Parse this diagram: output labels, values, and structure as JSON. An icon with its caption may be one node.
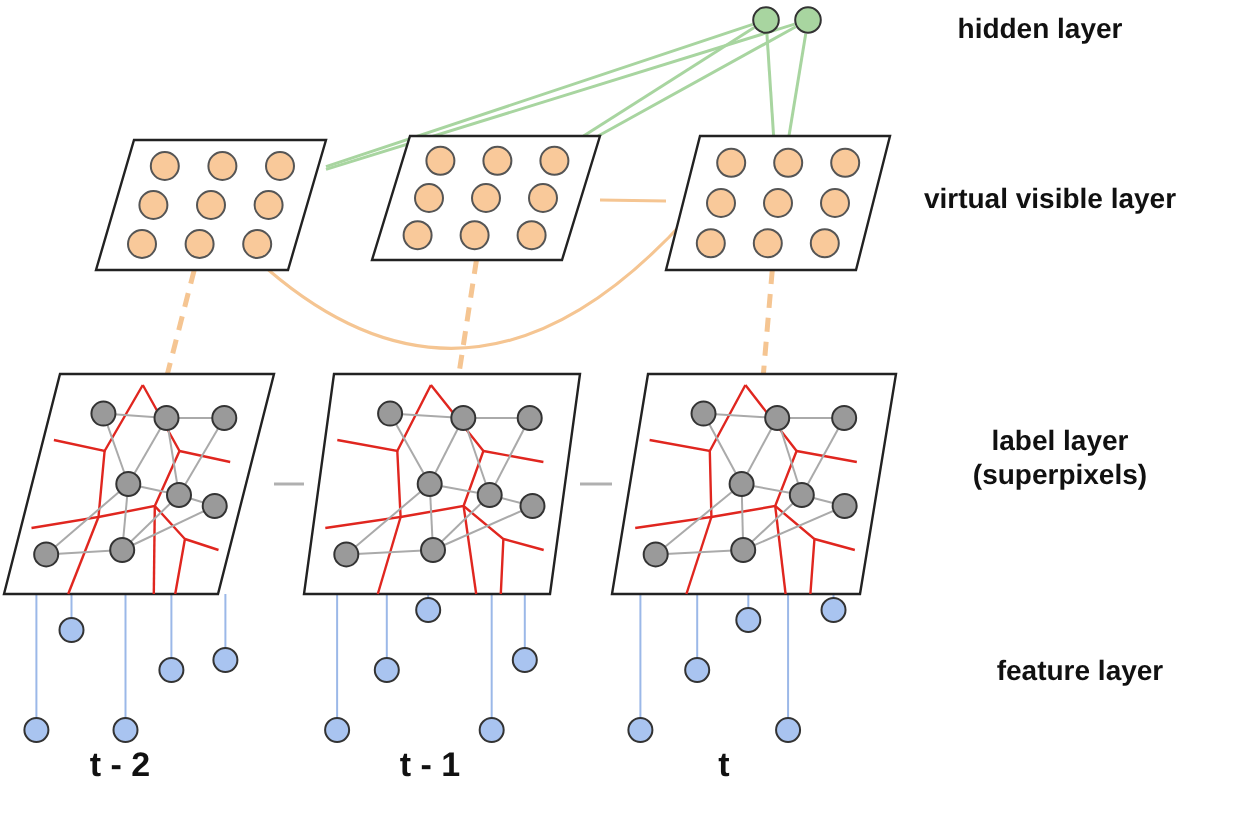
{
  "diagram": {
    "nodes": [
      {
        "text": [],
        "shape": "circle"
      },
      {
        "text": [],
        "shape": "circle"
      },
      {
        "text": [],
        "shape": "box"
      },
      {
        "text": [],
        "shape": "box"
      },
      {
        "text": [],
        "shape": "box"
      },
      {
        "text": [],
        "shape": "box"
      },
      {
        "text": [],
        "shape": "box"
      },
      {
        "text": [],
        "shape": "box"
      }
    ],
    "edges": [
      {
        "from": 0,
        "to": 2,
        "arrow": "none",
        "color": "#a8d5a0"
      },
      {
        "from": 0,
        "to": 3,
        "arrow": "none",
        "color": "#a8d5a0"
      },
      {
        "from": 0,
        "to": 4,
        "arrow": "none",
        "color": "#a8d5a0"
      },
      {
        "from": 1,
        "to": 2,
        "arrow": "none",
        "color": "#a8d5a0"
      },
      {
        "from": 1,
        "to": 3,
        "arrow": "none",
        "color": "#a8d5a0"
      },
      {
        "from": 1,
        "to": 4,
        "arrow": "none",
        "color": "#a8d5a0"
      },
      {
        "from": 2,
        "to": 4,
        "arrow": "none",
        "color": "#f5c592"
      },
      {
        "from": 3,
        "to": 4,
        "arrow": "none",
        "color": "#f5c592"
      },
      {
        "from": 2,
        "to": 5,
        "arrow": "none",
        "style": "dashed",
        "color": "#f5c592"
      },
      {
        "from": 3,
        "to": 6,
        "arrow": "none",
        "style": "dashed",
        "color": "#f5c592"
      },
      {
        "from": 4,
        "to": 7,
        "arrow": "none",
        "style": "dashed",
        "color": "#f5c592"
      },
      {
        "from": 5,
        "to": 6,
        "arrow": "none",
        "color": "#b0b0b0"
      },
      {
        "from": 6,
        "to": 7,
        "arrow": "none",
        "color": "#b0b0b0"
      }
    ],
    "labels": [
      "hidden layer",
      "virtual visible layer",
      "label layer (superpixels)",
      "feature layer",
      "t - 2",
      "t - 1",
      "t"
    ]
  }
}
